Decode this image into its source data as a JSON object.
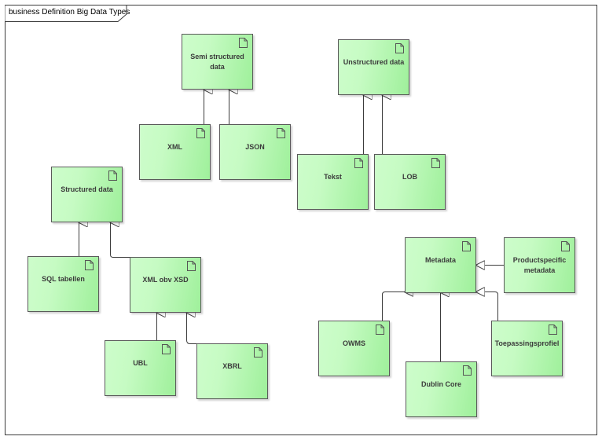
{
  "diagram": {
    "title": "business Definition Big Data Types",
    "colors": {
      "node_light": "#cdfdcb",
      "node_dark": "#9ff09b",
      "border": "#5a5a5a",
      "line": "#3c3c3c"
    },
    "icon": "document-icon",
    "nodes": {
      "semi_structured": "Semi structured data",
      "xml": "XML",
      "json": "JSON",
      "unstructured": "Unstructured data",
      "tekst": "Tekst",
      "lob": "LOB",
      "structured": "Structured data",
      "sql_tabellen": "SQL tabellen",
      "xml_obv_xsd": "XML obv XSD",
      "ubl": "UBL",
      "xbrl": "XBRL",
      "metadata": "Metadata",
      "productspecific_line1": "Productspecific",
      "productspecific_line2": "metadata",
      "owms": "OWMS",
      "dublin_core": "Dublin Core",
      "toepassingsprofiel": "Toepassingsprofiel"
    }
  }
}
